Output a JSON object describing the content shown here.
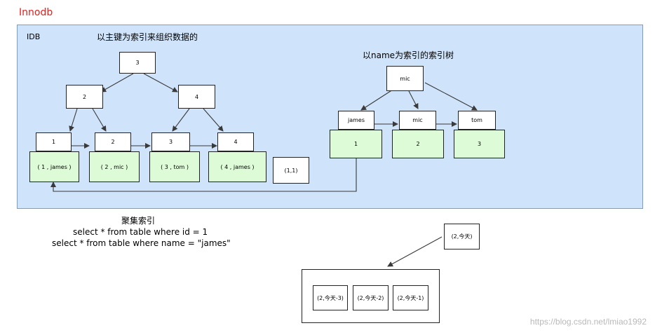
{
  "title": "Innodb",
  "panel_label": "IDB",
  "primary_tree": {
    "caption": "以主键为索引来组织数据的",
    "root": "3",
    "internal": [
      "2",
      "4"
    ],
    "leaf_keys": [
      "1",
      "2",
      "3",
      "4"
    ],
    "leaf_rows": [
      "( 1 , james )",
      "( 2 , mic )",
      "( 3 , tom )",
      "( 4 , james )"
    ],
    "extra_row": "(1,1)"
  },
  "name_tree": {
    "caption": "以name为索引的索引树",
    "root": "mic",
    "leaf_keys": [
      "james",
      "mic",
      "tom"
    ],
    "leaf_values": [
      "1",
      "2",
      "3"
    ]
  },
  "clustered_caption": "聚集索引",
  "queries": [
    "select * from table where id = 1",
    "select * from table where name = \"james\""
  ],
  "partition": {
    "new_item": "(2,今天)",
    "items": [
      "(2,今天-3)",
      "(2,今天-2)",
      "(2,今天-1)"
    ]
  },
  "watermark": "https://blog.csdn.net/lmiao1992",
  "colors": {
    "title": "#e02020",
    "panel_bg": "#cfe3fb",
    "leaf_bg": "#dcfbd6"
  }
}
